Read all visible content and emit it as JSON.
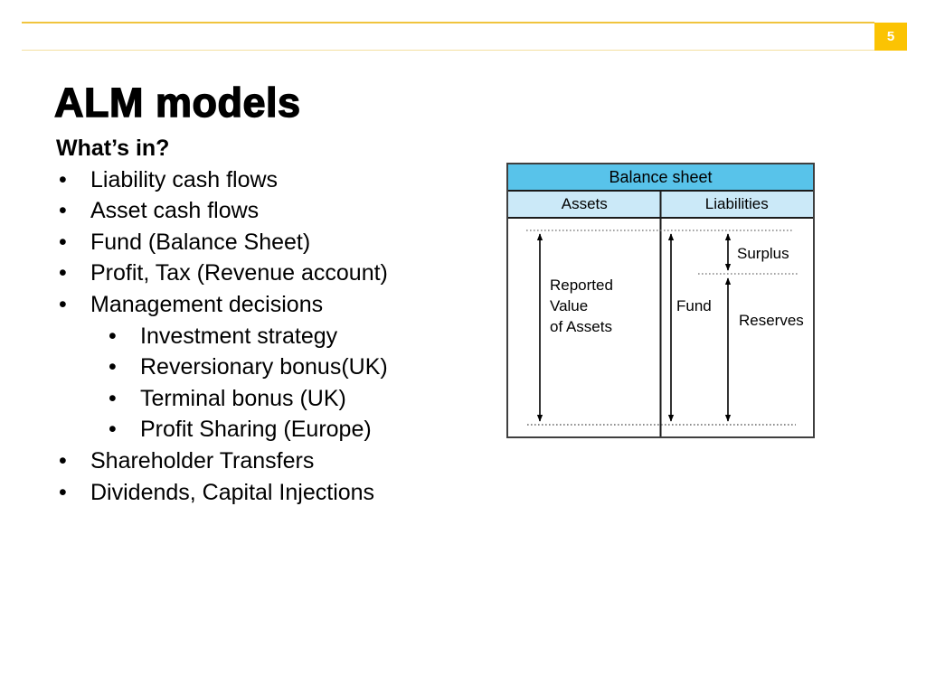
{
  "page": {
    "number": "5"
  },
  "title": "ALM models",
  "list": {
    "bullet": "•",
    "rows": [
      {
        "level": "heading",
        "text": "What’s in?"
      },
      {
        "level": 1,
        "text": "Liability cash flows"
      },
      {
        "level": 1,
        "text": "Asset cash flows"
      },
      {
        "level": 1,
        "text": "Fund (Balance Sheet)"
      },
      {
        "level": 1,
        "text": "Profit, Tax (Revenue account)"
      },
      {
        "level": 1,
        "text": "Management decisions"
      },
      {
        "level": 2,
        "text": "Investment strategy"
      },
      {
        "level": 2,
        "text": "Reversionary bonus(UK)"
      },
      {
        "level": 2,
        "text": "Terminal bonus (UK)"
      },
      {
        "level": 2,
        "text": "Profit Sharing (Europe)"
      },
      {
        "level": 1,
        "text": "Shareholder Transfers"
      },
      {
        "level": 1,
        "text": "Dividends, Capital Injections"
      }
    ]
  },
  "diagram": {
    "title": "Balance sheet",
    "columns": [
      {
        "label": "Assets"
      },
      {
        "label": "Liabilities"
      }
    ],
    "reported_lines": [
      "Reported",
      "Value",
      "of Assets"
    ],
    "fund_label": "Fund",
    "surplus_label": "Surplus",
    "reserves_label": "Reserves"
  },
  "colors": {
    "accent_gold": "#fbc303",
    "rule_gold": "#f0c43e",
    "rule_pale_gold": "#f4e0a0",
    "diagram_header_blue": "#58c3ea",
    "diagram_subheader_blue": "#cbe9f8",
    "text": "#000000",
    "page_number_text": "#ffffff"
  }
}
